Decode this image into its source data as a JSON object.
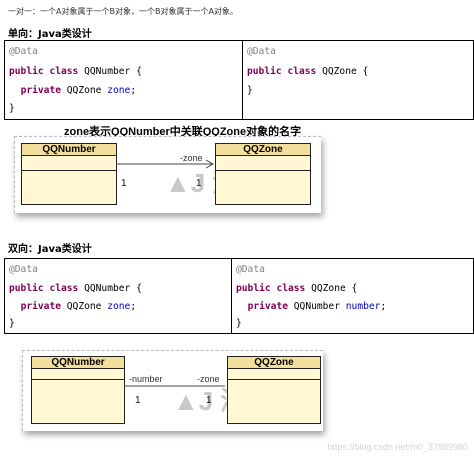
{
  "intro": "一对一：一个A对象属于一个B对象，一个B对象属于一个A对象。",
  "section1": {
    "heading": "单向：Java类设计",
    "left_code": {
      "annotation": "@Data",
      "kw_public": "public",
      "kw_class": "class",
      "class_name": "QQNumber",
      "open_brace": "{",
      "kw_private": "private",
      "field_type": "QQZone",
      "field_name": "zone",
      "semicolon": ";",
      "close_brace": "}"
    },
    "right_code": {
      "annotation": "@Data",
      "kw_public": "public",
      "kw_class": "class",
      "class_name": "QQZone",
      "open_brace": "{",
      "close_brace": "}"
    },
    "diagram": {
      "caption": "zone表示QQNumber中关联QQZone对象的名字",
      "left_class": "QQNumber",
      "right_class": "QQZone",
      "role_label": "-zone",
      "mult_left": "1",
      "mult_right": "1"
    }
  },
  "section2": {
    "heading": "双向：Java类设计",
    "left_code": {
      "annotation": "@Data",
      "kw_public": "public",
      "kw_class": "class",
      "class_name": "QQNumber",
      "open_brace": "{",
      "kw_private": "private",
      "field_type": "QQZone",
      "field_name": "zone",
      "semicolon": ";",
      "close_brace": "}"
    },
    "right_code": {
      "annotation": "@Data",
      "kw_public": "public",
      "kw_class": "class",
      "class_name": "QQZone",
      "open_brace": "{",
      "kw_private": "private",
      "field_type": "QQNumber",
      "field_name": "number",
      "semicolon": ";",
      "close_brace": "}"
    },
    "diagram": {
      "left_class": "QQNumber",
      "right_class": "QQZone",
      "role_left": "-number",
      "role_right": "-zone",
      "mult_left": "1",
      "mult_right": "1"
    }
  },
  "footer_watermark": "https://blog.csdn.net/m0_37989980"
}
